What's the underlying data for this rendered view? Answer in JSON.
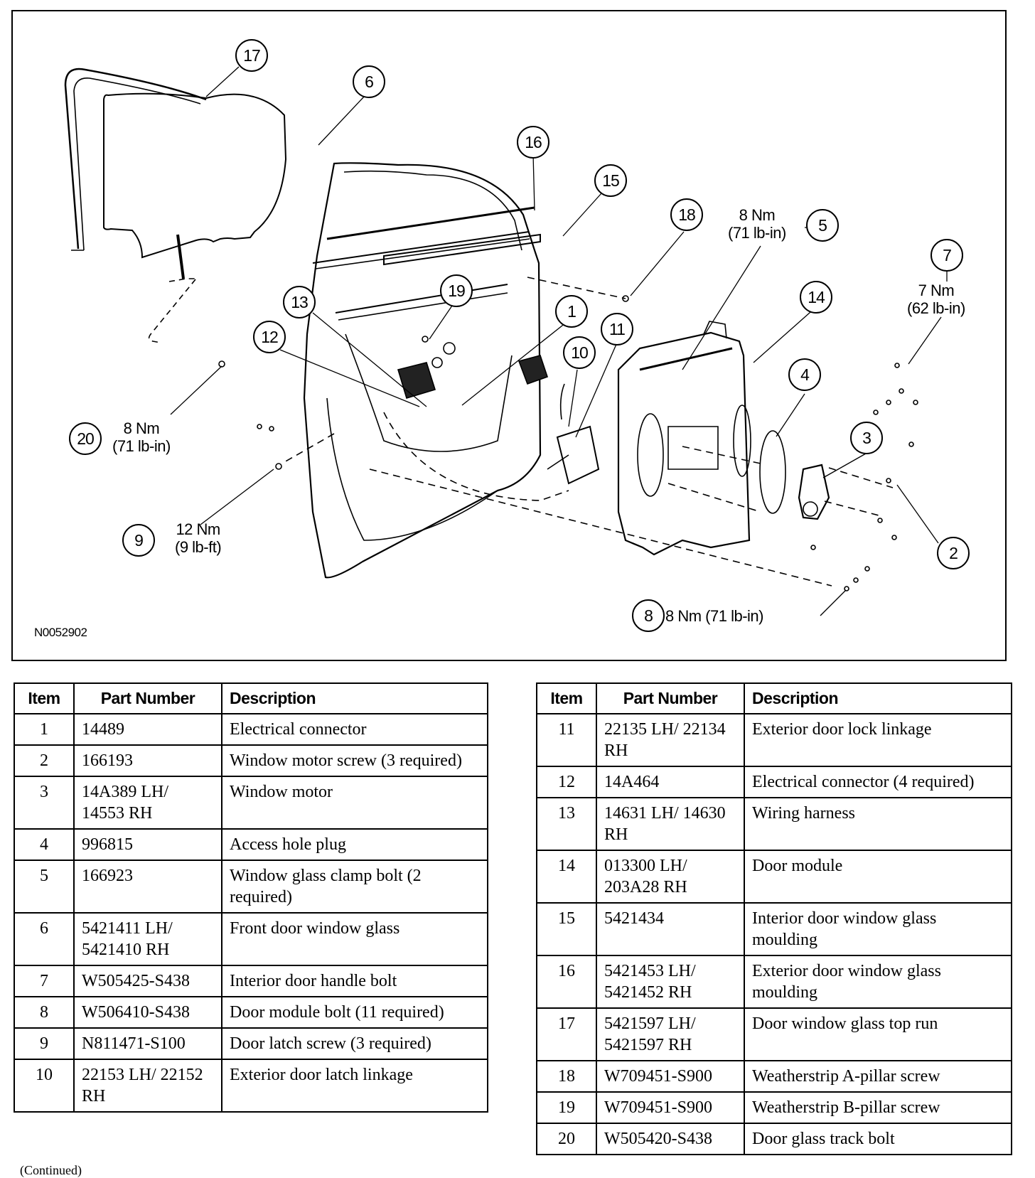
{
  "figure": {
    "id": "N0052902",
    "callouts": [
      "1",
      "2",
      "3",
      "4",
      "5",
      "6",
      "7",
      "8",
      "9",
      "10",
      "11",
      "12",
      "13",
      "14",
      "15",
      "16",
      "17",
      "18",
      "19",
      "20"
    ],
    "torque_specs": {
      "item5": {
        "nm": "8 Nm",
        "imperial": "(71 lb-in)"
      },
      "item7": {
        "nm": "7 Nm",
        "imperial": "(62 lb-in)"
      },
      "item8": {
        "text": "8 Nm (71 lb-in)"
      },
      "item9": {
        "nm": "12 Nm",
        "imperial": "(9 lb-ft)"
      },
      "item20": {
        "nm": "8 Nm",
        "imperial": "(71 lb-in)"
      }
    }
  },
  "tables": {
    "headers": {
      "item": "Item",
      "part_number": "Part Number",
      "description": "Description"
    },
    "left": [
      {
        "item": "1",
        "part": "14489",
        "desc": "Electrical connector"
      },
      {
        "item": "2",
        "part": "166193",
        "desc": "Window motor screw (3 required)"
      },
      {
        "item": "3",
        "part": "14A389 LH/ 14553 RH",
        "desc": "Window motor"
      },
      {
        "item": "4",
        "part": "996815",
        "desc": "Access hole plug"
      },
      {
        "item": "5",
        "part": "166923",
        "desc": "Window glass clamp bolt (2 required)"
      },
      {
        "item": "6",
        "part": "5421411 LH/ 5421410 RH",
        "desc": "Front door window glass"
      },
      {
        "item": "7",
        "part": "W505425-S438",
        "desc": "Interior door handle bolt"
      },
      {
        "item": "8",
        "part": "W506410-S438",
        "desc": "Door module bolt (11 required)"
      },
      {
        "item": "9",
        "part": "N811471-S100",
        "desc": "Door latch screw (3 required)"
      },
      {
        "item": "10",
        "part": "22153 LH/ 22152 RH",
        "desc": "Exterior door latch linkage"
      }
    ],
    "right": [
      {
        "item": "11",
        "part": "22135 LH/ 22134 RH",
        "desc": "Exterior door lock linkage"
      },
      {
        "item": "12",
        "part": "14A464",
        "desc": "Electrical connector (4 required)"
      },
      {
        "item": "13",
        "part": "14631 LH/ 14630 RH",
        "desc": "Wiring harness"
      },
      {
        "item": "14",
        "part": "013300 LH/ 203A28 RH",
        "desc": "Door module"
      },
      {
        "item": "15",
        "part": "5421434",
        "desc": "Interior door window glass moulding"
      },
      {
        "item": "16",
        "part": "5421453 LH/ 5421452 RH",
        "desc": "Exterior door window glass moulding"
      },
      {
        "item": "17",
        "part": "5421597 LH/ 5421597 RH",
        "desc": "Door window glass top run"
      },
      {
        "item": "18",
        "part": "W709451-S900",
        "desc": "Weatherstrip A-pillar screw"
      },
      {
        "item": "19",
        "part": "W709451-S900",
        "desc": "Weatherstrip B-pillar screw"
      },
      {
        "item": "20",
        "part": "W505420-S438",
        "desc": "Door glass track bolt"
      }
    ],
    "footer_note": "(Continued)"
  }
}
